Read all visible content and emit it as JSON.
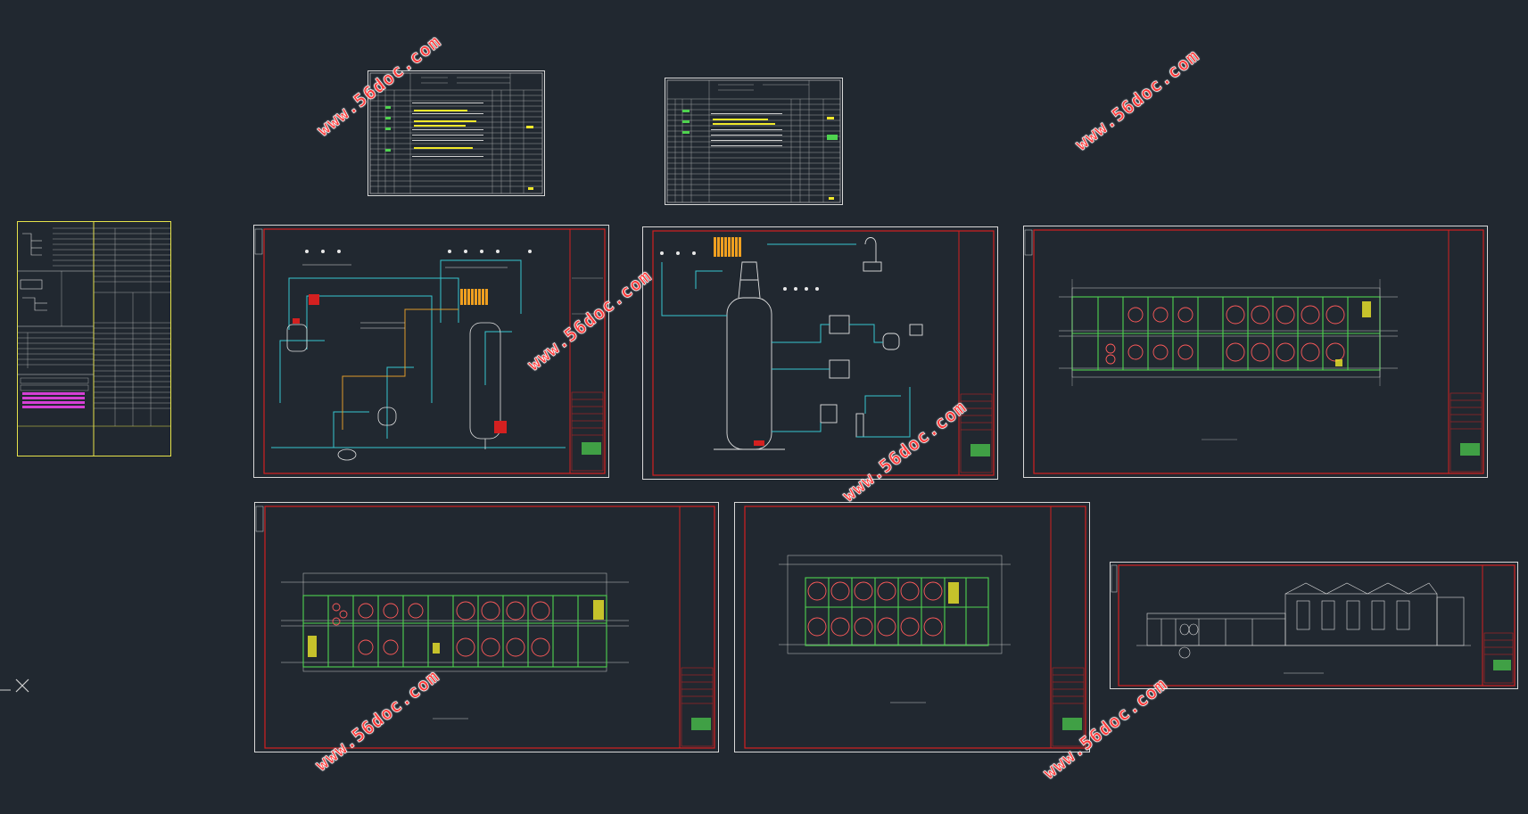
{
  "app": {
    "name": "AutoCAD drawing sheets",
    "background": "#212830"
  },
  "colors": {
    "frame_outer": "#d8d8d8",
    "frame_inner": "#d42020",
    "pipe": "#36c6cf",
    "grid": "#c8c8c8",
    "wall": "#4fd34f",
    "tank": "#ff5a5a",
    "highlight": "#f0e82a",
    "legend_border": "#e6e24a",
    "watermark": "#ff3b3b"
  },
  "watermarks": [
    {
      "text": "www.56doc.com"
    },
    {
      "text": "www.56doc.com"
    },
    {
      "text": "www.56doc.com"
    },
    {
      "text": "www.56doc.com"
    },
    {
      "text": "www.56doc.com"
    },
    {
      "text": "www.56doc.com"
    }
  ],
  "sheets": [
    {
      "id": "equipment-list-1",
      "kind": "table"
    },
    {
      "id": "equipment-list-2",
      "kind": "table"
    },
    {
      "id": "legend-sheet",
      "kind": "legend"
    },
    {
      "id": "process-flow-1",
      "kind": "pid"
    },
    {
      "id": "process-flow-2",
      "kind": "pid"
    },
    {
      "id": "plan-layout-1",
      "kind": "plan"
    },
    {
      "id": "plan-layout-2",
      "kind": "plan"
    },
    {
      "id": "plan-layout-3",
      "kind": "plan"
    },
    {
      "id": "elevation",
      "kind": "elevation"
    }
  ],
  "ucs_icon": {
    "name": "ucs-icon"
  }
}
